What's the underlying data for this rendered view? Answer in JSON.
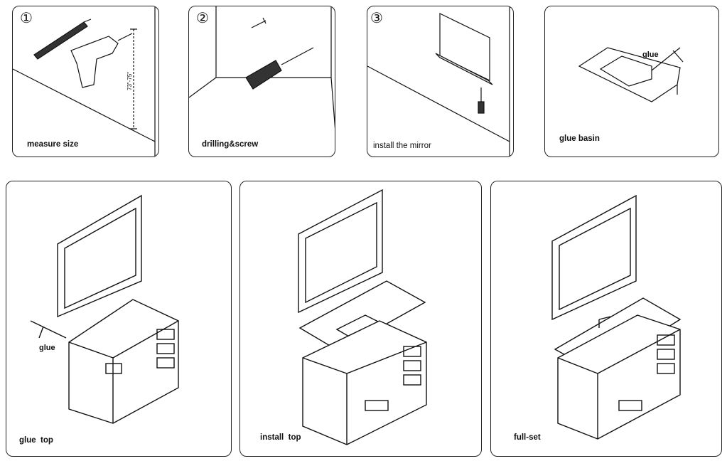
{
  "steps": [
    {
      "number": "①",
      "caption": "measure size",
      "side_label": "73\"-75\""
    },
    {
      "number": "②",
      "caption": "drilling&screw"
    },
    {
      "number": "③",
      "caption": "install the mirror"
    },
    {
      "caption": "glue basin",
      "tool_label": "glue"
    },
    {
      "caption": "glue  top",
      "tool_label": "glue"
    },
    {
      "caption": "install  top"
    },
    {
      "caption": "full-set"
    }
  ]
}
